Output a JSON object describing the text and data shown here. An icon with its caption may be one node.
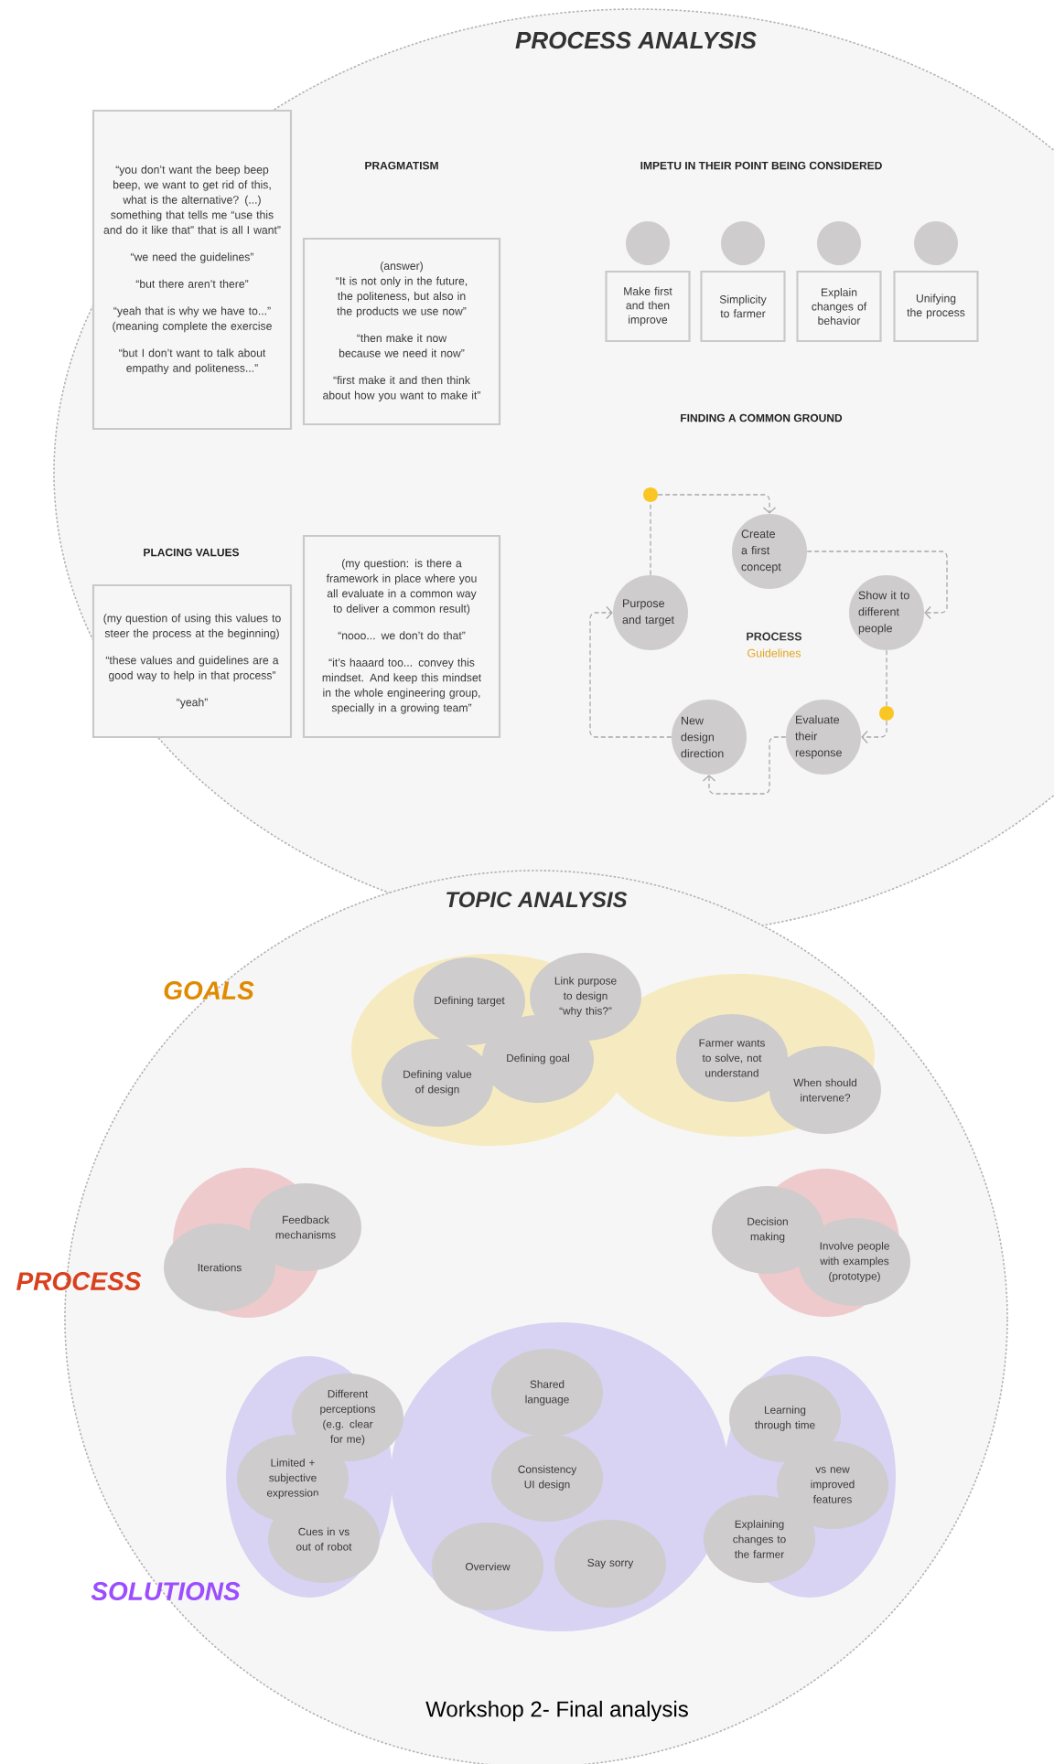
{
  "diagram": {
    "caption": "Workshop 2- Final analysis",
    "nodes": [
      {
        "text": [
          "PROCESS ANALYSIS"
        ]
      },
      {
        "text": [
          "“you don’t want the beep beep beep, we want to get rid of this, what is the alternative? (...) something that tells me “use this and do it like that” that is all I want”",
          "“we need the guidelines”",
          "“but there aren’t there”",
          "“yeah that is why we have to...” (meaning complete the exercise",
          "“but I don’t want to talk about empathy and politeness...”"
        ],
        "in": 0
      },
      {
        "text": [
          "(answer)",
          "“It is not only in the future, the politeness, but also in the products we use now”",
          "“then make it now because we need it now”",
          "“first make it and then think about how you want to make it”"
        ],
        "in": 0
      },
      {
        "text": [],
        "shape": "circle",
        "in": 0
      },
      {
        "text": [],
        "shape": "circle",
        "in": 0
      },
      {
        "text": [],
        "shape": "circle",
        "in": 0
      },
      {
        "text": [],
        "shape": "circle",
        "in": 0
      },
      {
        "text": [
          "Make first and then improve"
        ],
        "in": 0
      },
      {
        "text": [
          "Simplicity to farmer"
        ],
        "in": 0
      },
      {
        "text": [
          "Explain changes of behavior"
        ],
        "in": 0
      },
      {
        "text": [
          "Unifying the process"
        ],
        "in": 0
      },
      {
        "text": [
          "(my question: is there a framework in place where you all evaluate in a common way to deliver a common result)",
          "“nooo... we don’t do that”",
          "“it’s haaard too... convey this mindset. And keep this mindset in the whole engineering group, specially in a growing team”"
        ],
        "in": 0
      },
      {
        "text": [
          "(my question of using this values to steer the process at the beginning)",
          "“these values and guidelines are a good way to help in that process”",
          "“yeah”"
        ],
        "in": 0
      },
      {
        "text": [],
        "shape": "circle",
        "in": 0
      },
      {
        "text": [
          "Create a first concept"
        ],
        "in": 0
      },
      {
        "text": [
          "Purpose and target"
        ],
        "in": 0
      },
      {
        "text": [
          "Show it to different people"
        ],
        "in": 0
      },
      {
        "text": [],
        "shape": "circle",
        "in": 0
      },
      {
        "text": [
          "New design direction"
        ],
        "in": 0
      },
      {
        "text": [
          "Evaluate their response"
        ],
        "in": 0
      },
      {
        "text": [
          "TOPIC ANALYSIS"
        ]
      },
      {
        "text": [
          "Defining target"
        ],
        "in": 20
      },
      {
        "text": [
          "Link purpose to design “why this?”"
        ],
        "in": 20
      },
      {
        "text": [
          "Defining value of design"
        ],
        "in": 20
      },
      {
        "text": [
          "Defining goal"
        ],
        "in": 20
      },
      {
        "text": [
          "Farmer wants to solve, not understand"
        ],
        "in": 20
      },
      {
        "text": [
          "When should intervene?"
        ],
        "in": 20
      },
      {
        "text": [
          "Feedback mechanisms"
        ],
        "in": 20
      },
      {
        "text": [
          "Iterations"
        ],
        "in": 20
      },
      {
        "text": [
          "Decision making"
        ],
        "in": 20
      },
      {
        "text": [
          "Involve people with examples (prototype)"
        ],
        "in": 20
      },
      {
        "text": [
          "Different perceptions (e.g. clear for me)"
        ],
        "in": 20
      },
      {
        "text": [
          "Limited + subjective expression"
        ],
        "in": 20
      },
      {
        "text": [
          "Cues in vs out of robot"
        ],
        "in": 20
      },
      {
        "text": [
          "Shared language"
        ],
        "in": 20
      },
      {
        "text": [
          "Consistency UI design"
        ],
        "in": 20
      },
      {
        "text": [
          "Overview"
        ],
        "in": 20
      },
      {
        "text": [
          "Say sorry"
        ],
        "in": 20
      },
      {
        "text": [
          "Learning through time"
        ],
        "in": 20
      },
      {
        "text": [
          "vs new improved features"
        ],
        "in": 20
      },
      {
        "text": [
          "Explaining changes to the farmer"
        ],
        "in": 20
      }
    ],
    "edges": [
      {
        "from": 15,
        "to": 13,
        "arrow": "none",
        "style": "dashed"
      },
      {
        "from": 13,
        "to": 14,
        "arrow": "to",
        "style": "dashed"
      },
      {
        "from": 14,
        "to": 16,
        "arrow": "to",
        "style": "dashed"
      },
      {
        "from": 16,
        "to": 17,
        "arrow": "none",
        "style": "dashed"
      },
      {
        "from": 17,
        "to": 19,
        "arrow": "to",
        "style": "dashed"
      },
      {
        "from": 19,
        "to": 18,
        "arrow": "to",
        "style": "dashed"
      },
      {
        "from": 18,
        "to": 15,
        "arrow": "to",
        "style": "dashed"
      }
    ],
    "labels": [
      "PRAGMATISM",
      "IMPETU IN THEIR POINT BEING CONSIDERED",
      "FINDING A COMMON GROUND",
      "PLACING VALUES",
      "PROCESS",
      "Guidelines",
      "GOALS",
      "PROCESS",
      "SOLUTIONS"
    ]
  }
}
